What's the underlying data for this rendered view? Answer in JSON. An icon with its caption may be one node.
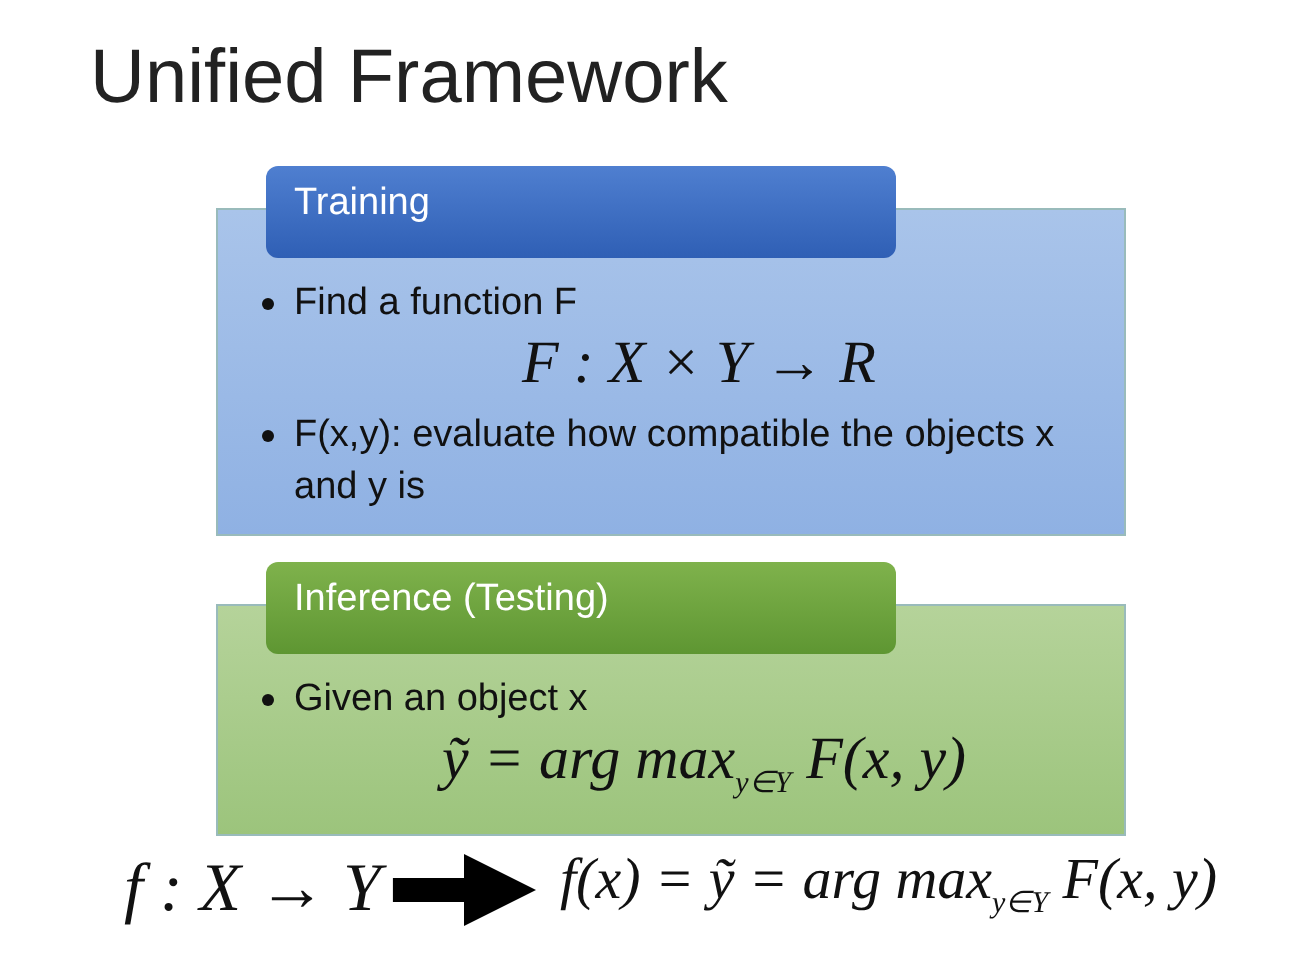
{
  "diagram": {
    "title": "Unified Framework",
    "nodes": [
      {
        "text": [
          "Training",
          "Find a function F",
          "F : X × Y → R",
          "F(x,y): evaluate how compatible the objects x and y is"
        ]
      },
      {
        "text": [
          "Inference (Testing)",
          "Given an object x",
          "ỹ = arg max$_{y∈Y}$ F(x, y)"
        ]
      },
      {
        "text": [
          "f : X → Y"
        ]
      },
      {
        "text": [
          "f(x) = ỹ = arg max$_{y∈Y}$ F(x, y)"
        ]
      }
    ],
    "edges": [
      {
        "from": 2,
        "to": 3,
        "arrow": "to"
      }
    ]
  }
}
